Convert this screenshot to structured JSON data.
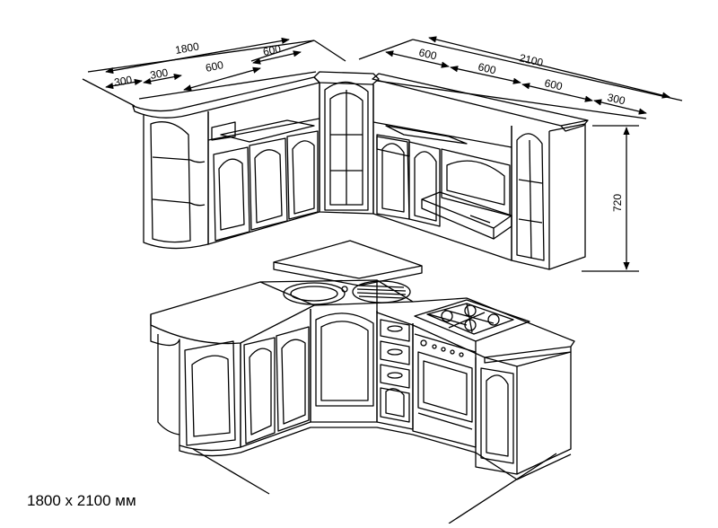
{
  "drawing": {
    "caption": "1800 x 2100 мм",
    "dimensions": {
      "left_total": "1800",
      "left_600_outer": "600",
      "left_300_a": "300",
      "left_300_b": "300",
      "left_600_inner": "600",
      "right_total": "2100",
      "right_600_a": "600",
      "right_600_b": "600",
      "right_600_c": "600",
      "right_300": "300",
      "height": "720"
    }
  }
}
